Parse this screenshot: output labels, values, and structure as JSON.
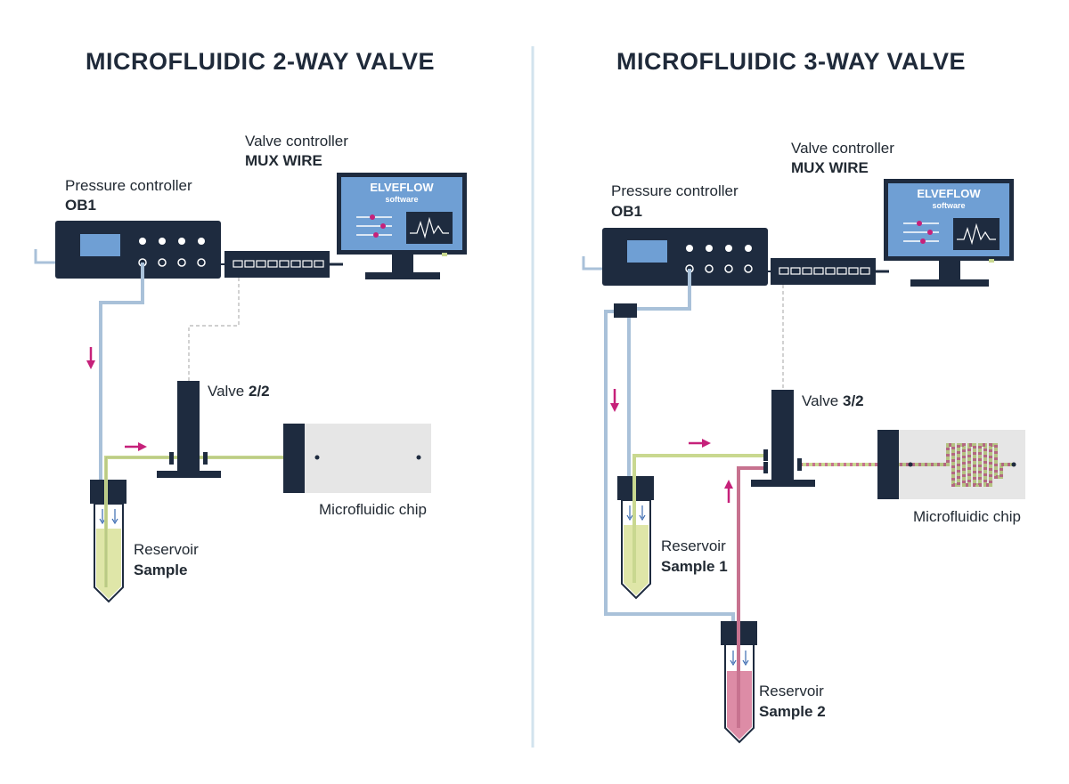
{
  "colors": {
    "dark": "#1e2b3f",
    "screen": "#6f9fd4",
    "gas_line": "#a9c1d9",
    "sample1_line": "#c9d890",
    "sample2_line": "#c7728f",
    "arrow": "#c6217a",
    "chip_bg": "#e6e6e6",
    "divider": "#d2e3ee"
  },
  "left": {
    "title": "MICROFLUIDIC 2-WAY VALVE",
    "pressure_label": "Pressure controller",
    "pressure_model": "OB1",
    "valve_ctrl_label": "Valve controller",
    "valve_ctrl_model": "MUX WIRE",
    "software_brand": "ELVEFLOW",
    "software_sub": "software",
    "valve_label": "Valve ",
    "valve_type": "2/2",
    "chip_label": "Microfluidic chip",
    "reservoir_label": "Reservoir",
    "reservoir_name": "Sample"
  },
  "right": {
    "title": "MICROFLUIDIC 3-WAY VALVE",
    "pressure_label": "Pressure controller",
    "pressure_model": "OB1",
    "valve_ctrl_label": "Valve controller",
    "valve_ctrl_model": "MUX WIRE",
    "software_brand": "ELVEFLOW",
    "software_sub": "software",
    "valve_label": "Valve ",
    "valve_type": "3/2",
    "chip_label": "Microfluidic chip",
    "reservoir1_label": "Reservoir",
    "reservoir1_name": "Sample 1",
    "reservoir2_label": "Reservoir",
    "reservoir2_name": "Sample 2"
  }
}
